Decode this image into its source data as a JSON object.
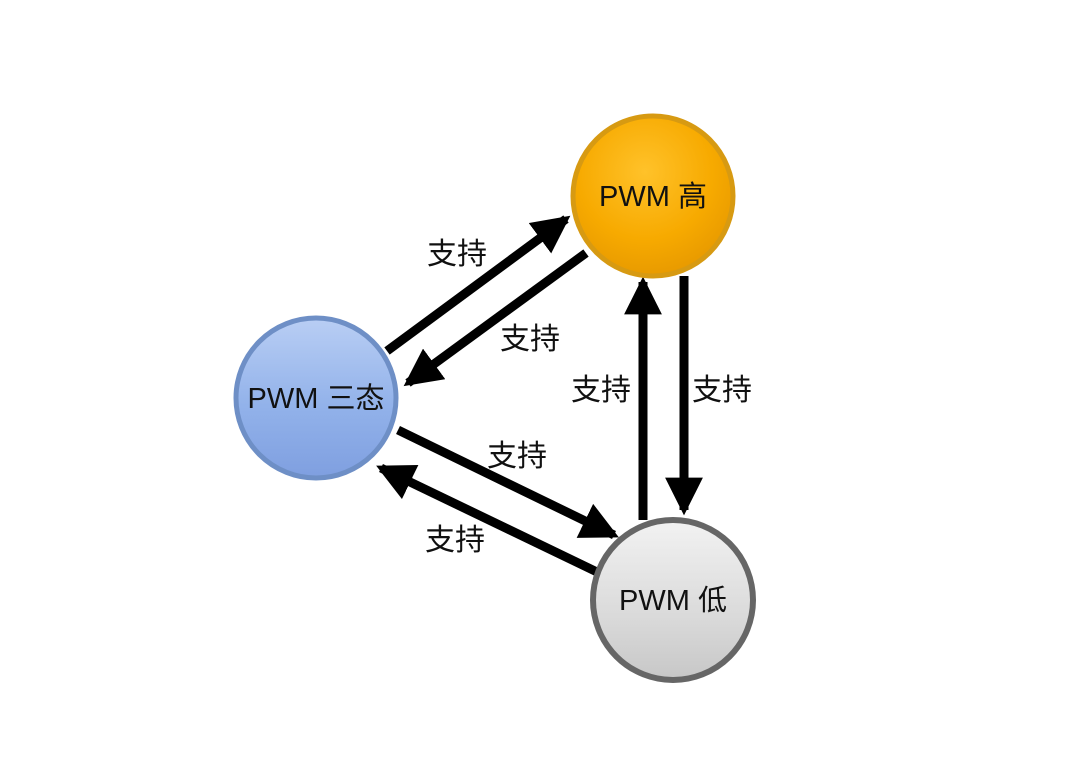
{
  "nodes": {
    "high": {
      "label": "PWM 高"
    },
    "tristate": {
      "label": "PWM 三态"
    },
    "low": {
      "label": "PWM 低"
    }
  },
  "edges": {
    "tristate_to_high": {
      "label": "支持"
    },
    "high_to_tristate": {
      "label": "支持"
    },
    "tristate_to_low": {
      "label": "支持"
    },
    "low_to_tristate": {
      "label": "支持"
    },
    "low_to_high": {
      "label": "支持"
    },
    "high_to_low": {
      "label": "支持"
    }
  },
  "colors": {
    "high_fill": "#F7A900",
    "high_border": "#D79A12",
    "tristate_fill": "#8FB0E8",
    "tristate_border": "#6E8FC6",
    "low_fill": "#D9D9D9",
    "low_border": "#666666",
    "arrow": "#000000"
  }
}
